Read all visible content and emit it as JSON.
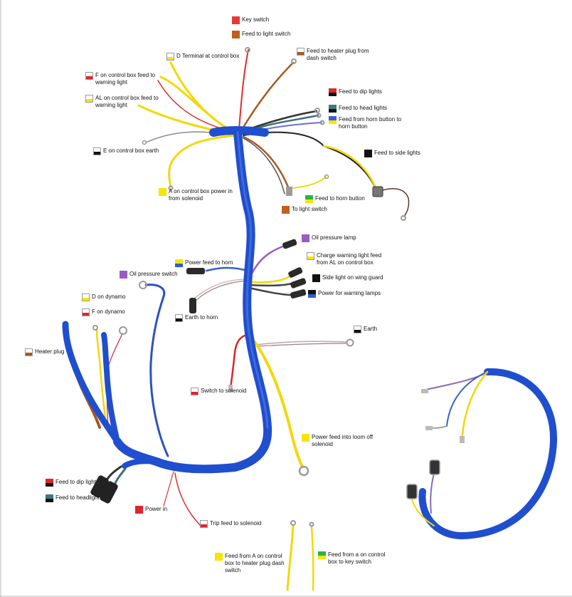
{
  "labels": [
    {
      "id": "key-switch",
      "text": "Key switch",
      "colors": [
        "#e63a36",
        "#e63a36"
      ]
    },
    {
      "id": "feed-light-switch",
      "text": "Feed to light switch",
      "colors": [
        "#c0601c",
        "#c0601c"
      ]
    },
    {
      "id": "d-terminal",
      "text": "D Terminal  at control box",
      "colors": [
        "#ffffff",
        "#f7e600"
      ]
    },
    {
      "id": "feed-heater-plug",
      "text": "Feed to heater plug from dash switch",
      "colors": [
        "#ffffff",
        "#a85a1e"
      ]
    },
    {
      "id": "f-control-box",
      "text": "F on control box feed to warning light",
      "colors": [
        "#ffffff",
        "#e0262a"
      ]
    },
    {
      "id": "al-control-box",
      "text": "AL on control box feed to warning light",
      "colors": [
        "#ffffff",
        "#f7e600"
      ]
    },
    {
      "id": "feed-dip-lights",
      "text": "Feed to dip lights",
      "colors": [
        "#e0262a",
        "#111111"
      ]
    },
    {
      "id": "feed-head-lights",
      "text": "Feed to head lights",
      "colors": [
        "#3c7a80",
        "#111111"
      ]
    },
    {
      "id": "feed-horn-button",
      "text": "Feed from horn button to horn button",
      "colors": [
        "#3a5fcf",
        "#f7e600"
      ]
    },
    {
      "id": "e-control-box",
      "text": "E on control box earth",
      "colors": [
        "#ffffff",
        "#111111"
      ]
    },
    {
      "id": "feed-side-lights",
      "text": "Feed to side lights",
      "colors": [
        "#111111",
        "#111111"
      ]
    },
    {
      "id": "a-control-box",
      "text": "A on control box power in from solenoid",
      "colors": [
        "#f7e600",
        "#f7e600"
      ]
    },
    {
      "id": "feed-to-horn-button",
      "text": "Feed to horn button",
      "colors": [
        "#2bb24c",
        "#f7e600"
      ]
    },
    {
      "id": "to-light-switch",
      "text": "To light switch",
      "colors": [
        "#c0601c",
        "#c0601c"
      ]
    },
    {
      "id": "oil-pressure-lamp",
      "text": "Oil pressure lamp",
      "colors": [
        "#9a5cc4",
        "#9a5cc4"
      ]
    },
    {
      "id": "charge-warning",
      "text": "Charge warning light feed from AL on control box",
      "colors": [
        "#ffffff",
        "#f7e600"
      ]
    },
    {
      "id": "power-feed-horn",
      "text": "Power feed to horn",
      "colors": [
        "#f7e600",
        "#2a5fd0"
      ]
    },
    {
      "id": "side-light-wing",
      "text": "Side light on wing guard",
      "colors": [
        "#111111",
        "#111111"
      ]
    },
    {
      "id": "oil-pressure-switch",
      "text": "Oil pressure switch",
      "colors": [
        "#9a5cc4",
        "#9a5cc4"
      ]
    },
    {
      "id": "power-warning-lamps",
      "text": "Power for warning lamps",
      "colors": [
        "#111111",
        "#2a5fd0"
      ]
    },
    {
      "id": "d-dynamo",
      "text": "D on dynamo",
      "colors": [
        "#ffffff",
        "#f7e600"
      ]
    },
    {
      "id": "earth-horn",
      "text": "Earth to horn",
      "colors": [
        "#ffffff",
        "#111111"
      ]
    },
    {
      "id": "f-dynamo",
      "text": "F on dynamo",
      "colors": [
        "#ffffff",
        "#e0262a"
      ]
    },
    {
      "id": "earth",
      "text": "Earth",
      "colors": [
        "#ffffff",
        "#111111"
      ]
    },
    {
      "id": "heater-plug",
      "text": "Heater plug",
      "colors": [
        "#ffffff",
        "#a85a1e"
      ]
    },
    {
      "id": "switch-solenoid",
      "text": "Switch to solenoid",
      "colors": [
        "#ffffff",
        "#e0262a"
      ]
    },
    {
      "id": "power-feed-loom",
      "text": "Power feed into loom off solenoid",
      "colors": [
        "#f7e600",
        "#f7e600"
      ]
    },
    {
      "id": "feed-dip-light",
      "text": "Feed to dip light",
      "colors": [
        "#e0262a",
        "#111111"
      ]
    },
    {
      "id": "feed-headlight",
      "text": "Feed to headlight",
      "colors": [
        "#3c7a80",
        "#111111"
      ]
    },
    {
      "id": "power-in",
      "text": "Power in",
      "colors": [
        "#e0262a",
        "#e0262a"
      ]
    },
    {
      "id": "trip-feed-solenoid",
      "text": "Trip feed to solenoid",
      "colors": [
        "#ffffff",
        "#e0262a"
      ]
    },
    {
      "id": "feed-a-heater",
      "text": "Feed from A on control box to heater plug dash switch",
      "colors": [
        "#f7e600",
        "#f7e600"
      ]
    },
    {
      "id": "feed-a-key",
      "text": "Feed from a on control box to key switch",
      "colors": [
        "#2bb24c",
        "#f7e600"
      ]
    }
  ]
}
